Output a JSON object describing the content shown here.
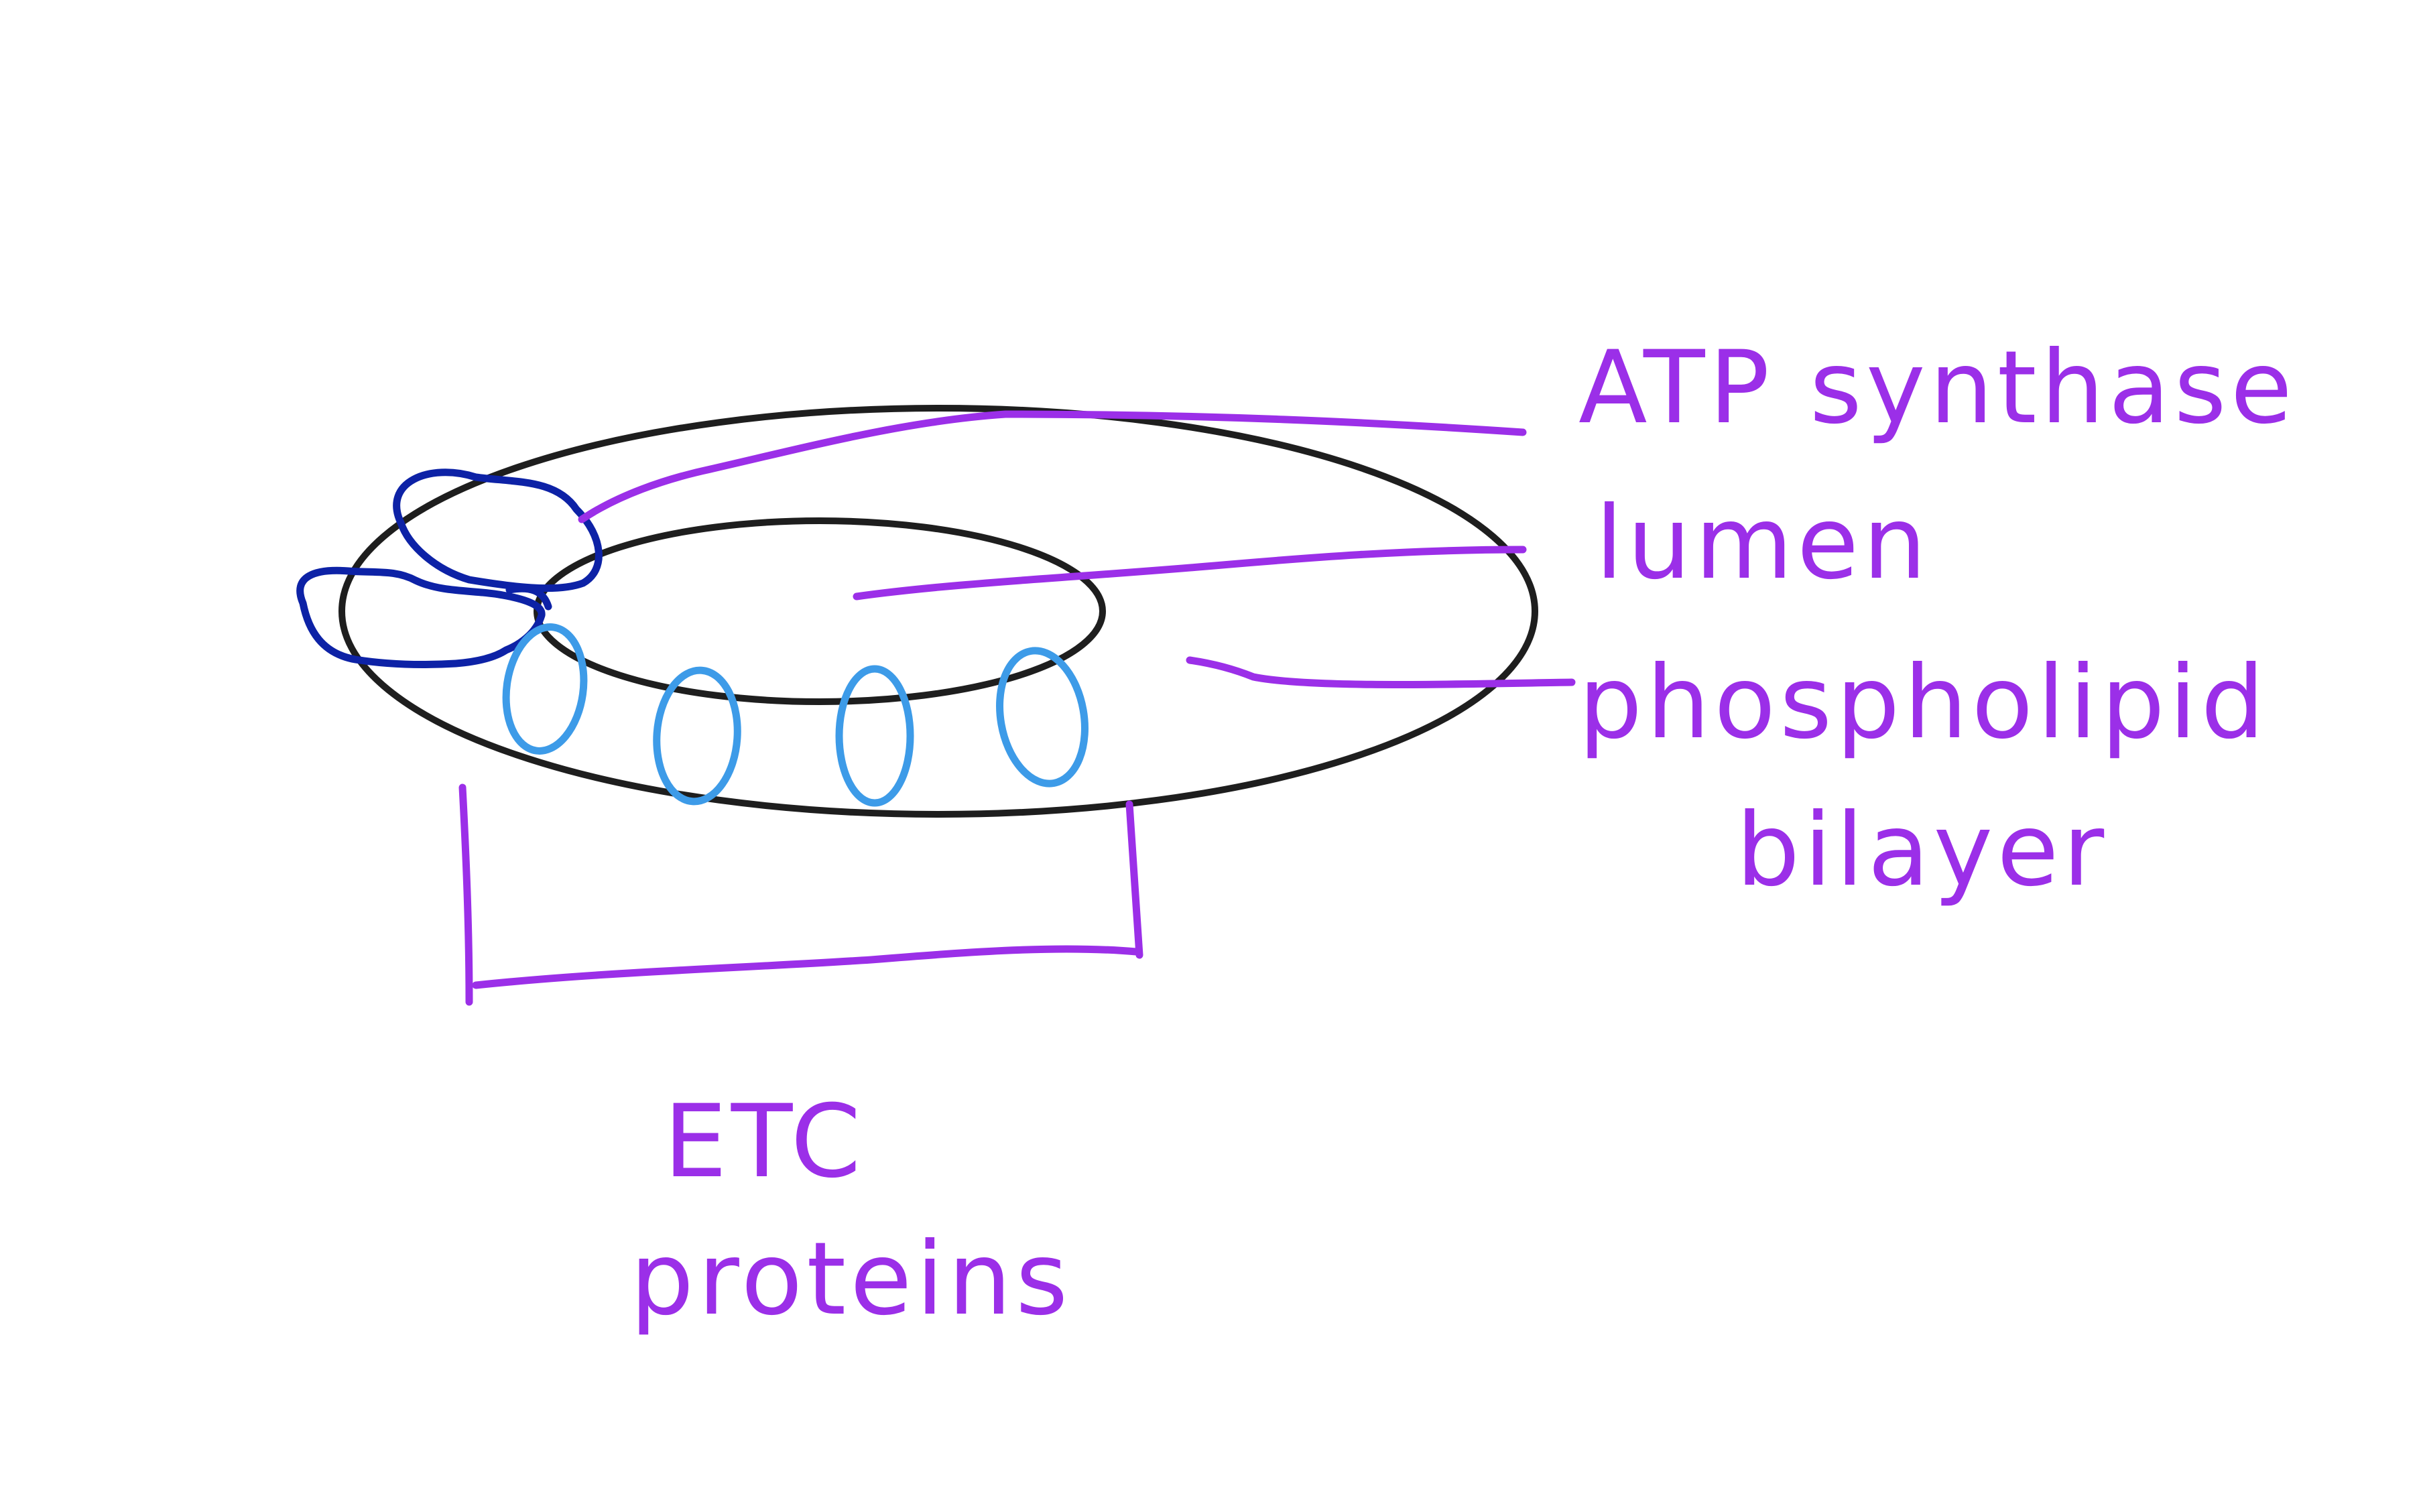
{
  "labels": {
    "atp_synthase": "ATP synthase",
    "lumen": "lumen",
    "phospholipid_line1": "phospholipid",
    "phospholipid_line2": "bilayer",
    "etc_line1": "ETC",
    "etc_line2": "proteins"
  },
  "colors": {
    "annotation": "#9b2fe8",
    "membrane": "#1e1e1e",
    "atp_synthase": "#0d22a6",
    "etc_proteins": "#3d9be8",
    "background": "#ffffff"
  }
}
